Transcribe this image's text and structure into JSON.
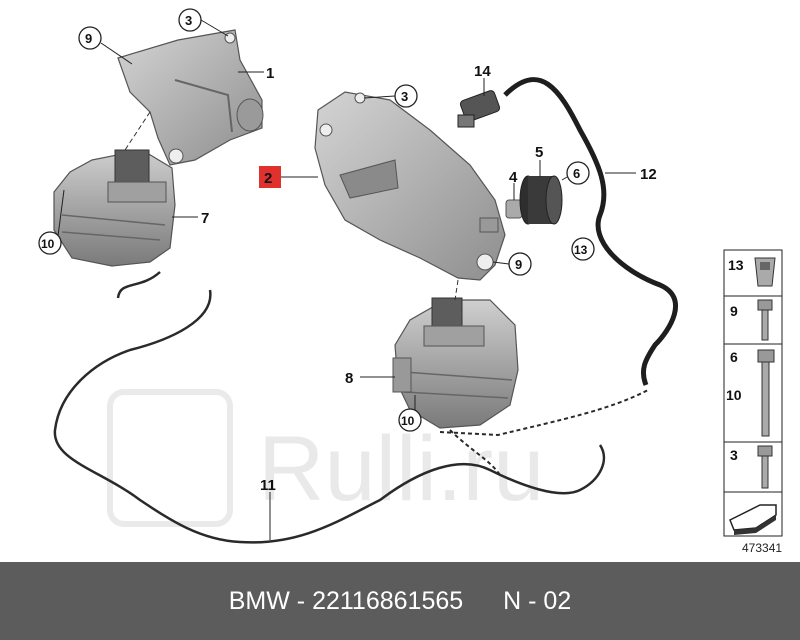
{
  "callouts": {
    "c1": "1",
    "c2": "2",
    "c3a": "3",
    "c3b": "3",
    "c4": "4",
    "c5": "5",
    "c6": "6",
    "c7": "7",
    "c8": "8",
    "c9a": "9",
    "c9b": "9",
    "c10a": "10",
    "c10b": "10",
    "c11": "11",
    "c12": "12",
    "c13": "13",
    "c14": "14"
  },
  "legend": {
    "l13": "13",
    "l9": "9",
    "l6": "6",
    "l10": "10",
    "l3": "3"
  },
  "diagram_number": "473341",
  "watermark": "Rulli.ru",
  "footer": {
    "left": "BMW - 22116861565",
    "right": "N - 02"
  },
  "colors": {
    "highlight": "#e0312e",
    "part_fill": "#b8b8b8",
    "footer_bg": "#5c5c5c"
  }
}
